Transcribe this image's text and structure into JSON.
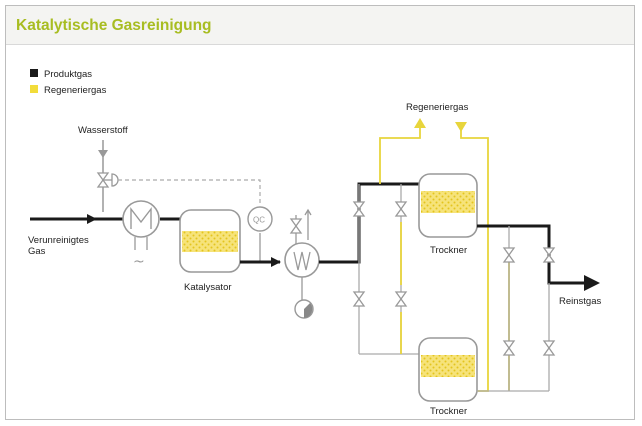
{
  "title": "Katalytische Gasreinigung",
  "legend": {
    "product": "Produktgas",
    "regen": "Regeneriergas"
  },
  "labels": {
    "wasserstoff": "Wasserstoff",
    "feed_line1": "Verunreinigtes",
    "feed_line2": "Gas",
    "katalysator": "Katalysator",
    "qc": "QC",
    "regeneriergas": "Regeneriergas",
    "trockner_top": "Trockner",
    "trockner_bottom": "Trockner",
    "reinstgas": "Reinstgas",
    "tilde": "~"
  },
  "colors": {
    "product": "#1a1a1a",
    "regen": "#e8d53c",
    "pipe_grey": "#aaaaaa",
    "title": "#a8bd22",
    "packing": "#f2dd5a"
  }
}
